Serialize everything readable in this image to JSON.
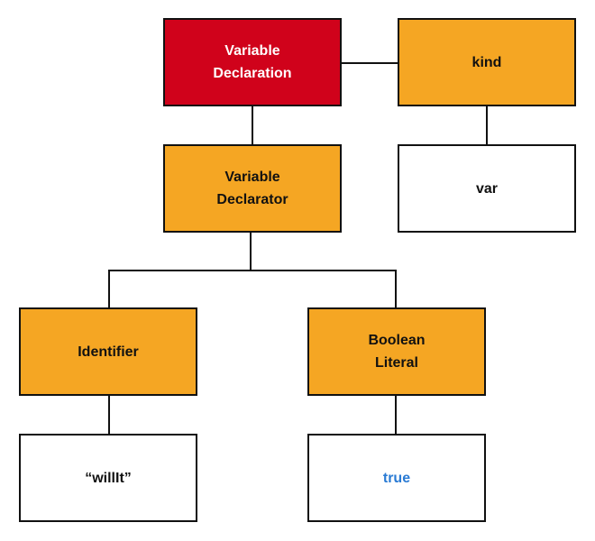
{
  "colors": {
    "root_fill": "#d0021b",
    "node_fill": "#f5a623",
    "value_fill": "#ffffff",
    "root_text": "#ffffff",
    "node_text": "#111111",
    "boolean_text": "#2a7bd4",
    "stroke": "#111111"
  },
  "nodes": {
    "variable_declaration": "Variable\nDeclaration",
    "kind": "kind",
    "kind_value": "var",
    "variable_declarator": "Variable\nDeclarator",
    "identifier": "Identifier",
    "identifier_value": "“willIt”",
    "boolean_literal": "Boolean\nLiteral",
    "boolean_value": "true"
  }
}
